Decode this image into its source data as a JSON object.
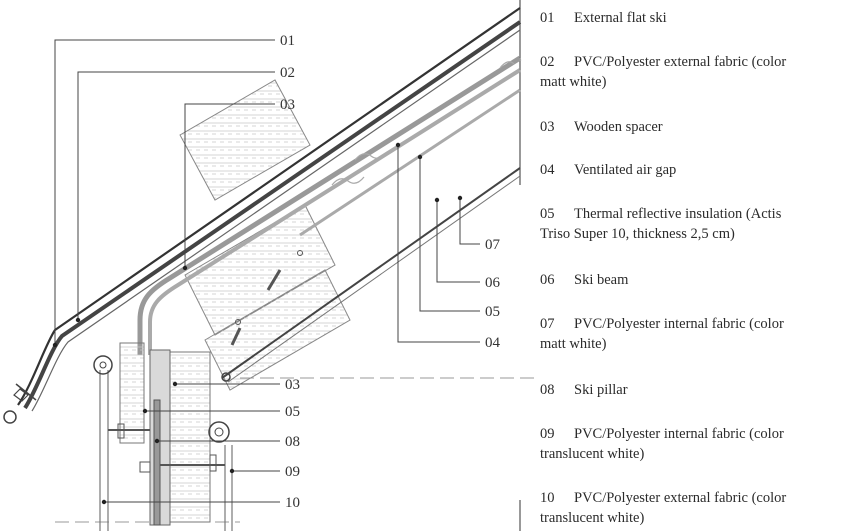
{
  "callouts": {
    "roof": [
      "01",
      "02",
      "03"
    ],
    "right": [
      "07",
      "06",
      "05",
      "04"
    ],
    "base": [
      "03",
      "05",
      "08",
      "09",
      "10"
    ]
  },
  "legend": [
    {
      "num": "01",
      "text": "External flat ski",
      "cont": ""
    },
    {
      "num": "02",
      "text": "PVC/Polyester external fabric (color",
      "cont": "matt white)"
    },
    {
      "num": "03",
      "text": "Wooden spacer",
      "cont": ""
    },
    {
      "num": "04",
      "text": "Ventilated air gap",
      "cont": ""
    },
    {
      "num": "05",
      "text": "Thermal reflective insulation (Actis",
      "cont": "Triso Super 10, thickness 2,5 cm)"
    },
    {
      "num": "06",
      "text": "Ski beam",
      "cont": ""
    },
    {
      "num": "07",
      "text": "PVC/Polyester internal fabric (color",
      "cont": "matt white)"
    },
    {
      "num": "08",
      "text": "Ski pillar",
      "cont": ""
    },
    {
      "num": "09",
      "text": "PVC/Polyester internal fabric (color",
      "cont": "translucent white)"
    },
    {
      "num": "10",
      "text": "PVC/Polyester external fabric (color",
      "cont": "translucent white)"
    }
  ]
}
